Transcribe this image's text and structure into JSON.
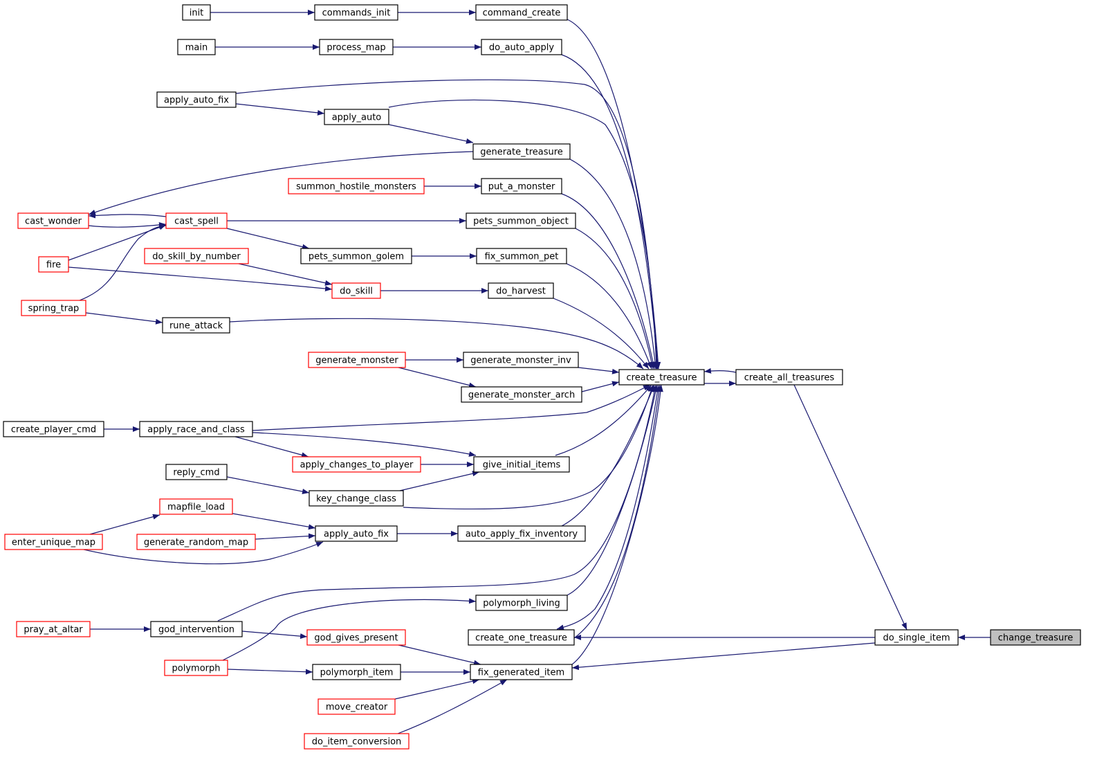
{
  "colors": {
    "edge": "#191970",
    "node_border_default": "#000000",
    "node_border_incomplete": "#ff0000",
    "node_fill_default": "#ffffff",
    "node_fill_focus": "#bfbfbf"
  },
  "graph": {
    "nodes": [
      {
        "id": "init",
        "label": "init"
      },
      {
        "id": "commands_init",
        "label": "commands_init"
      },
      {
        "id": "command_create",
        "label": "command_create"
      },
      {
        "id": "main",
        "label": "main"
      },
      {
        "id": "process_map",
        "label": "process_map"
      },
      {
        "id": "do_auto_apply",
        "label": "do_auto_apply"
      },
      {
        "id": "apply_auto_fix_a",
        "label": "apply_auto_fix"
      },
      {
        "id": "apply_auto",
        "label": "apply_auto"
      },
      {
        "id": "generate_treasure",
        "label": "generate_treasure"
      },
      {
        "id": "summon_hostile_monsters",
        "label": "summon_hostile_monsters",
        "style": "incomplete"
      },
      {
        "id": "put_a_monster",
        "label": "put_a_monster"
      },
      {
        "id": "cast_wonder",
        "label": "cast_wonder",
        "style": "incomplete"
      },
      {
        "id": "cast_spell",
        "label": "cast_spell",
        "style": "incomplete"
      },
      {
        "id": "pets_summon_object",
        "label": "pets_summon_object"
      },
      {
        "id": "fire",
        "label": "fire",
        "style": "incomplete"
      },
      {
        "id": "do_skill_by_number",
        "label": "do_skill_by_number",
        "style": "incomplete"
      },
      {
        "id": "pets_summon_golem",
        "label": "pets_summon_golem"
      },
      {
        "id": "fix_summon_pet",
        "label": "fix_summon_pet"
      },
      {
        "id": "spring_trap",
        "label": "spring_trap",
        "style": "incomplete"
      },
      {
        "id": "do_skill",
        "label": "do_skill",
        "style": "incomplete"
      },
      {
        "id": "do_harvest",
        "label": "do_harvest"
      },
      {
        "id": "rune_attack",
        "label": "rune_attack"
      },
      {
        "id": "generate_monster",
        "label": "generate_monster",
        "style": "incomplete"
      },
      {
        "id": "generate_monster_inv",
        "label": "generate_monster_inv"
      },
      {
        "id": "create_treasure",
        "label": "create_treasure"
      },
      {
        "id": "create_all_treasures",
        "label": "create_all_treasures"
      },
      {
        "id": "generate_monster_arch",
        "label": "generate_monster_arch"
      },
      {
        "id": "create_player_cmd",
        "label": "create_player_cmd"
      },
      {
        "id": "apply_race_and_class",
        "label": "apply_race_and_class"
      },
      {
        "id": "apply_changes_to_player",
        "label": "apply_changes_to_player",
        "style": "incomplete"
      },
      {
        "id": "give_initial_items",
        "label": "give_initial_items"
      },
      {
        "id": "reply_cmd",
        "label": "reply_cmd"
      },
      {
        "id": "key_change_class",
        "label": "key_change_class"
      },
      {
        "id": "mapfile_load",
        "label": "mapfile_load",
        "style": "incomplete"
      },
      {
        "id": "enter_unique_map",
        "label": "enter_unique_map",
        "style": "incomplete"
      },
      {
        "id": "generate_random_map",
        "label": "generate_random_map",
        "style": "incomplete"
      },
      {
        "id": "apply_auto_fix_b",
        "label": "apply_auto_fix"
      },
      {
        "id": "auto_apply_fix_inventory",
        "label": "auto_apply_fix_inventory"
      },
      {
        "id": "polymorph_living",
        "label": "polymorph_living"
      },
      {
        "id": "pray_at_altar",
        "label": "pray_at_altar",
        "style": "incomplete"
      },
      {
        "id": "god_intervention",
        "label": "god_intervention"
      },
      {
        "id": "god_gives_present",
        "label": "god_gives_present",
        "style": "incomplete"
      },
      {
        "id": "create_one_treasure",
        "label": "create_one_treasure"
      },
      {
        "id": "do_single_item",
        "label": "do_single_item"
      },
      {
        "id": "change_treasure",
        "label": "change_treasure",
        "style": "focus"
      },
      {
        "id": "polymorph",
        "label": "polymorph",
        "style": "incomplete"
      },
      {
        "id": "polymorph_item",
        "label": "polymorph_item"
      },
      {
        "id": "fix_generated_item",
        "label": "fix_generated_item"
      },
      {
        "id": "move_creator",
        "label": "move_creator",
        "style": "incomplete"
      },
      {
        "id": "do_item_conversion",
        "label": "do_item_conversion",
        "style": "incomplete"
      }
    ],
    "edges": [
      {
        "from": "init",
        "to": "commands_init"
      },
      {
        "from": "commands_init",
        "to": "command_create"
      },
      {
        "from": "command_create",
        "to": "create_treasure"
      },
      {
        "from": "main",
        "to": "process_map"
      },
      {
        "from": "process_map",
        "to": "do_auto_apply"
      },
      {
        "from": "do_auto_apply",
        "to": "create_treasure"
      },
      {
        "from": "apply_auto_fix_a",
        "to": "create_treasure"
      },
      {
        "from": "apply_auto_fix_a",
        "to": "apply_auto"
      },
      {
        "from": "apply_auto",
        "to": "create_treasure"
      },
      {
        "from": "apply_auto",
        "to": "generate_treasure"
      },
      {
        "from": "generate_treasure",
        "to": "create_treasure"
      },
      {
        "from": "generate_treasure",
        "to": "cast_wonder"
      },
      {
        "from": "summon_hostile_monsters",
        "to": "put_a_monster"
      },
      {
        "from": "put_a_monster",
        "to": "create_treasure"
      },
      {
        "from": "cast_spell",
        "to": "cast_wonder"
      },
      {
        "from": "cast_wonder",
        "to": "cast_spell"
      },
      {
        "from": "fire",
        "to": "cast_spell"
      },
      {
        "from": "spring_trap",
        "to": "cast_spell"
      },
      {
        "from": "cast_spell",
        "to": "pets_summon_object"
      },
      {
        "from": "cast_spell",
        "to": "pets_summon_golem"
      },
      {
        "from": "pets_summon_object",
        "to": "create_treasure"
      },
      {
        "from": "pets_summon_golem",
        "to": "fix_summon_pet"
      },
      {
        "from": "fix_summon_pet",
        "to": "create_treasure"
      },
      {
        "from": "do_skill_by_number",
        "to": "do_skill"
      },
      {
        "from": "fire",
        "to": "do_skill"
      },
      {
        "from": "do_skill",
        "to": "do_harvest"
      },
      {
        "from": "do_harvest",
        "to": "create_treasure"
      },
      {
        "from": "spring_trap",
        "to": "rune_attack"
      },
      {
        "from": "rune_attack",
        "to": "create_treasure"
      },
      {
        "from": "generate_monster",
        "to": "generate_monster_inv"
      },
      {
        "from": "generate_monster",
        "to": "generate_monster_arch"
      },
      {
        "from": "generate_monster_inv",
        "to": "create_treasure"
      },
      {
        "from": "generate_monster_arch",
        "to": "create_treasure"
      },
      {
        "from": "create_treasure",
        "to": "create_all_treasures"
      },
      {
        "from": "create_all_treasures",
        "to": "create_treasure"
      },
      {
        "from": "create_all_treasures",
        "to": "do_single_item"
      },
      {
        "from": "create_player_cmd",
        "to": "apply_race_and_class"
      },
      {
        "from": "apply_race_and_class",
        "to": "create_treasure"
      },
      {
        "from": "apply_race_and_class",
        "to": "apply_changes_to_player"
      },
      {
        "from": "apply_race_and_class",
        "to": "give_initial_items"
      },
      {
        "from": "apply_changes_to_player",
        "to": "give_initial_items"
      },
      {
        "from": "give_initial_items",
        "to": "create_treasure"
      },
      {
        "from": "key_change_class",
        "to": "give_initial_items"
      },
      {
        "from": "reply_cmd",
        "to": "key_change_class"
      },
      {
        "from": "key_change_class",
        "to": "create_treasure"
      },
      {
        "from": "enter_unique_map",
        "to": "mapfile_load"
      },
      {
        "from": "mapfile_load",
        "to": "apply_auto_fix_b"
      },
      {
        "from": "generate_random_map",
        "to": "apply_auto_fix_b"
      },
      {
        "from": "enter_unique_map",
        "to": "apply_auto_fix_b"
      },
      {
        "from": "apply_auto_fix_b",
        "to": "auto_apply_fix_inventory"
      },
      {
        "from": "auto_apply_fix_inventory",
        "to": "create_treasure"
      },
      {
        "from": "god_intervention",
        "to": "create_treasure"
      },
      {
        "from": "polymorph",
        "to": "polymorph_living"
      },
      {
        "from": "polymorph_living",
        "to": "create_treasure"
      },
      {
        "from": "create_treasure",
        "to": "create_one_treasure"
      },
      {
        "from": "create_one_treasure",
        "to": "create_treasure"
      },
      {
        "from": "fix_generated_item",
        "to": "create_treasure"
      },
      {
        "from": "pray_at_altar",
        "to": "god_intervention"
      },
      {
        "from": "god_intervention",
        "to": "god_gives_present"
      },
      {
        "from": "god_gives_present",
        "to": "fix_generated_item"
      },
      {
        "from": "do_single_item",
        "to": "create_one_treasure"
      },
      {
        "from": "do_single_item",
        "to": "fix_generated_item"
      },
      {
        "from": "change_treasure",
        "to": "do_single_item"
      },
      {
        "from": "polymorph",
        "to": "polymorph_item"
      },
      {
        "from": "polymorph_item",
        "to": "fix_generated_item"
      },
      {
        "from": "move_creator",
        "to": "fix_generated_item"
      },
      {
        "from": "do_item_conversion",
        "to": "fix_generated_item"
      }
    ]
  }
}
